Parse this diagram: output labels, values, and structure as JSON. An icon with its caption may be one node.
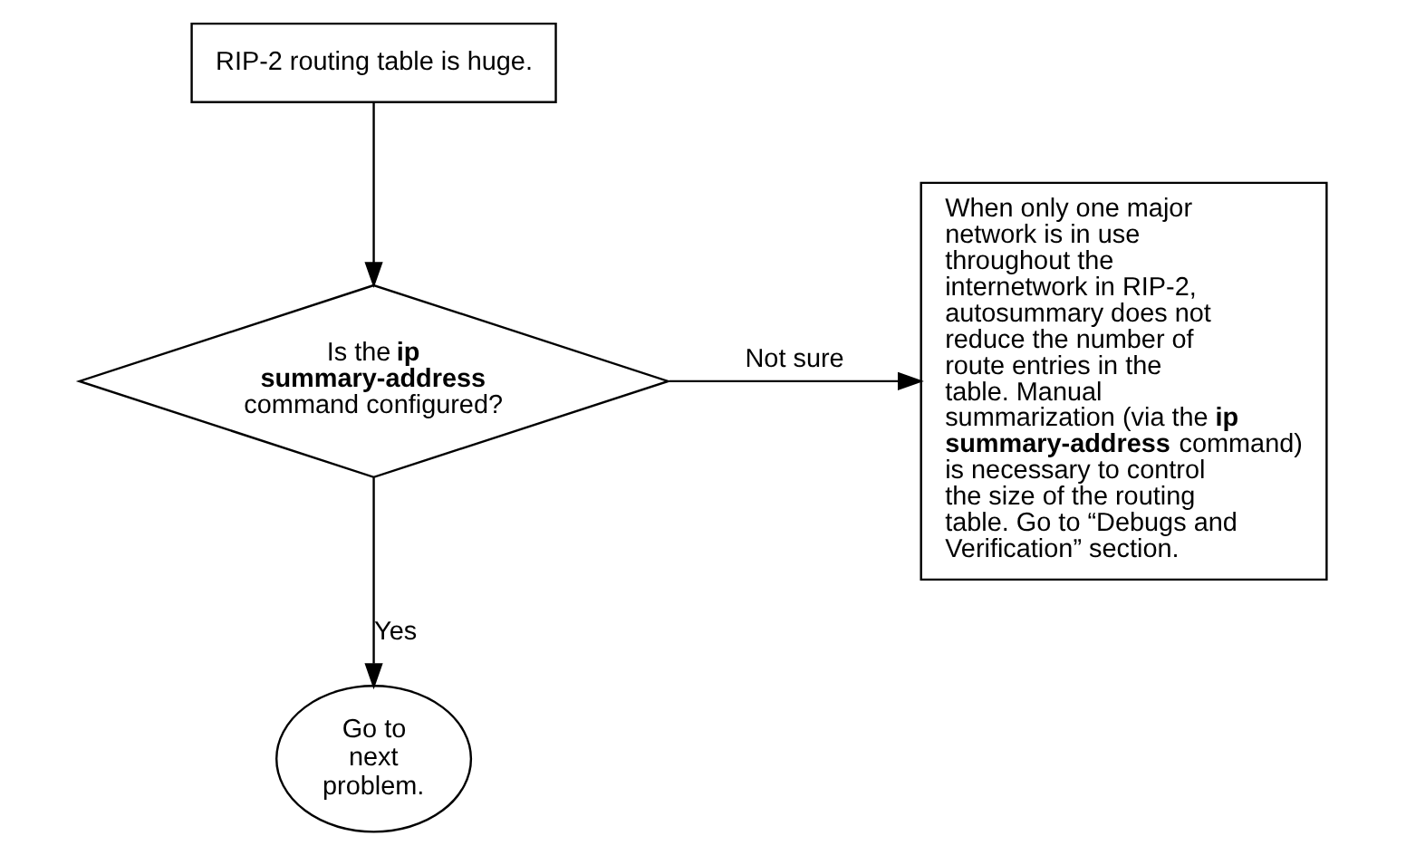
{
  "diagram": {
    "nodes": [
      {
        "text": [
          "RIP-2 routing table is huge."
        ]
      },
      {
        "text": [
          "Is the **ip summary-address** command configured?"
        ]
      },
      {
        "text": [
          "When only one major network is in use throughout the internetwork in RIP-2, autosummary does not reduce the number of route entries in the table. Manual summarization (via the **ip summary-address** command) is necessary to control the size of the routing table. Go to “Debugs and Verification” section."
        ]
      },
      {
        "text": [
          "Go to next problem."
        ]
      }
    ],
    "edges": [
      {
        "from": 0,
        "to": 1,
        "arrow": "to"
      },
      {
        "from": 1,
        "to": 2,
        "arrow": "to",
        "label": "Not sure"
      },
      {
        "from": 1,
        "to": 3,
        "arrow": "to",
        "label": "Yes"
      }
    ]
  }
}
